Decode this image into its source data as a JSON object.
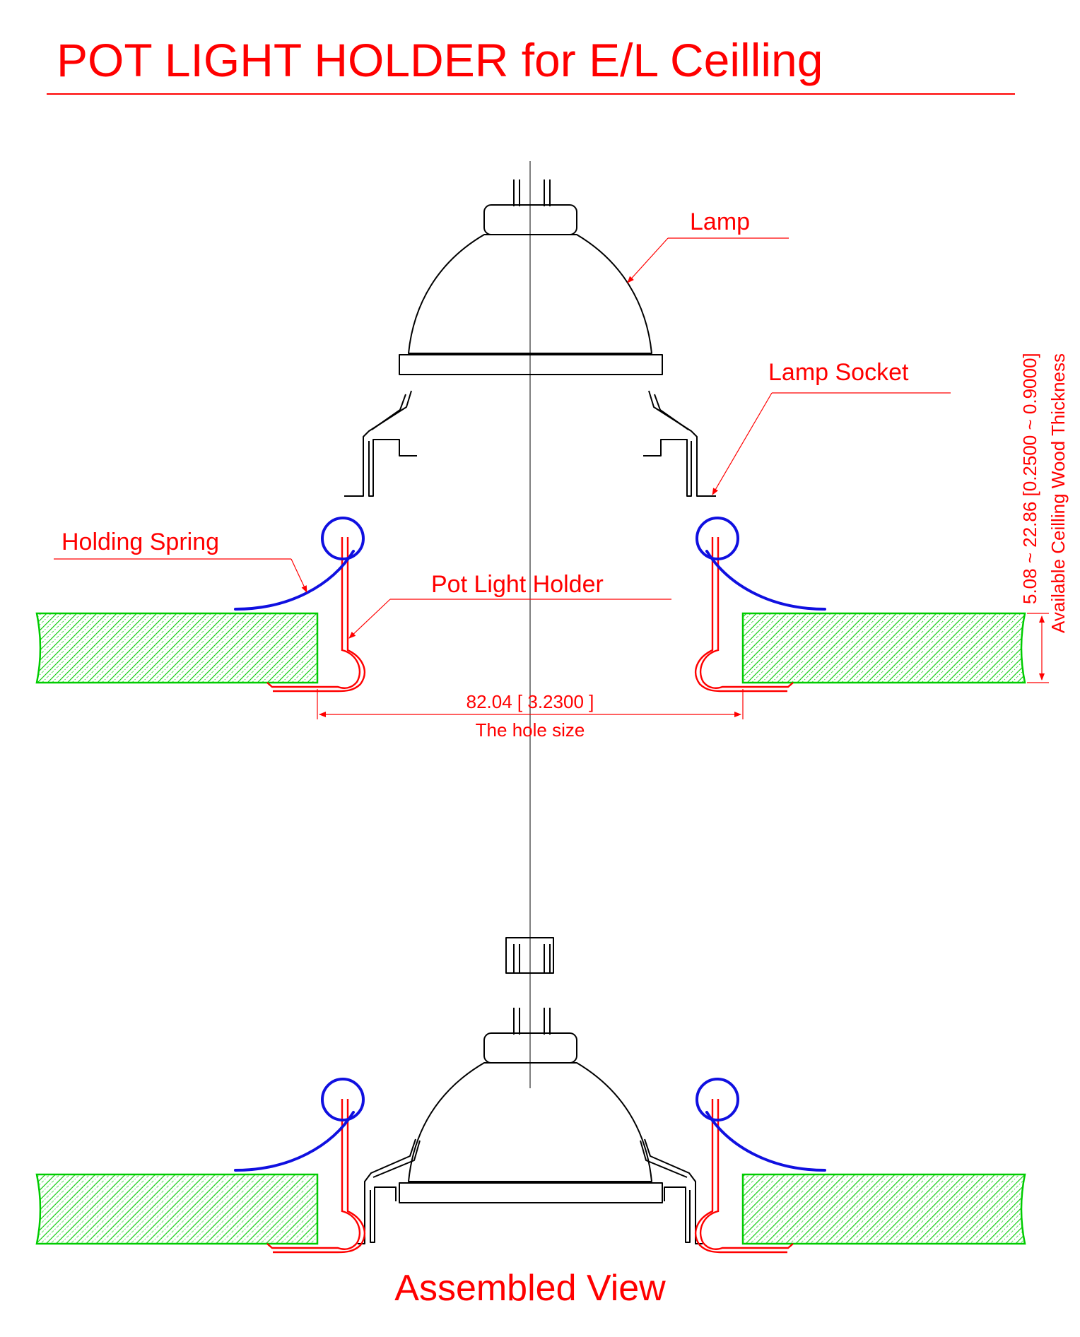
{
  "title": "POT LIGHT HOLDER for E/L Ceilling",
  "labels": {
    "lamp": "Lamp",
    "lamp_socket": "Lamp Socket",
    "holding_spring": "Holding Spring",
    "pot_light_holder": "Pot Light Holder"
  },
  "dimensions": {
    "hole_value": "82.04 [ 3.2300 ]",
    "hole_caption": "The hole  size",
    "thickness_value": "5.08 ~ 22.86 [0.2500 ~ 0.9000]",
    "thickness_caption": "Available Ceilling Wood Thickness"
  },
  "footer": "Assembled View",
  "colors": {
    "annotation": "#ff0000",
    "spring": "#1010e0",
    "holder": "#ff0000",
    "ceiling_wood": "#00cc00",
    "outline": "#000000"
  }
}
